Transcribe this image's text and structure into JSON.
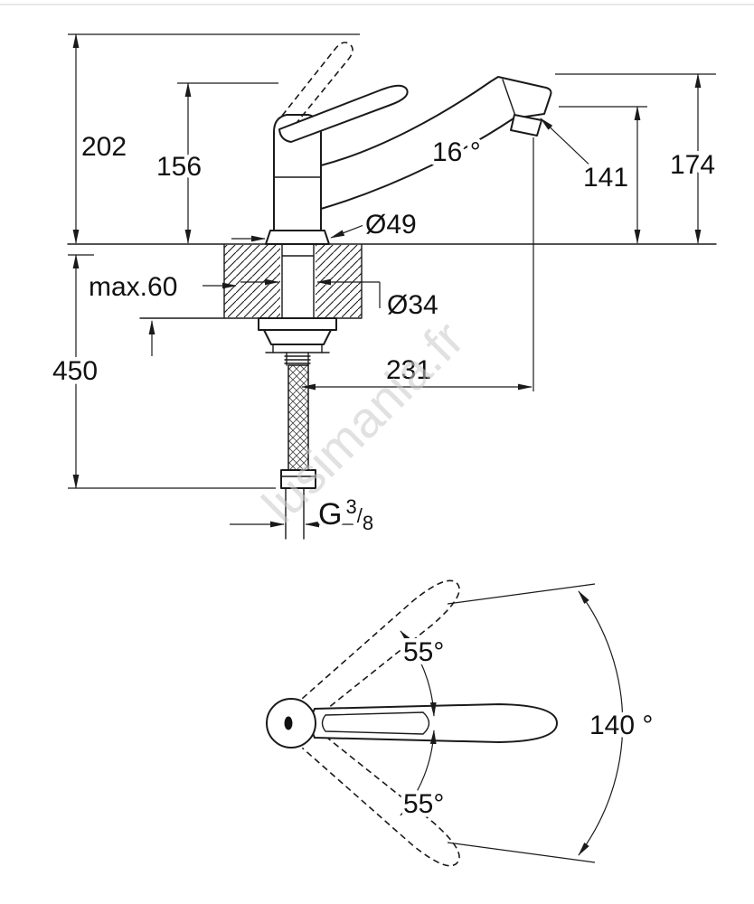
{
  "page": {
    "background": "#ffffff",
    "line_color": "#1a1a1a",
    "watermark": {
      "text": "lusimania.fr",
      "color": "#c9c9c9"
    }
  },
  "side_view": {
    "dim_total_height": "202",
    "dim_body_height": "156",
    "dim_spout_height_right": "174",
    "dim_outlet_height": "141",
    "spout_angle": "16 °",
    "base_diameter": "Ø49",
    "max_deck_thickness": "max.60",
    "shaft_diameter": "Ø34",
    "dim_hose_length": "450",
    "dim_reach": "231",
    "thread": {
      "prefix": "G",
      "numerator": "3",
      "slash": "/",
      "denominator": "8"
    }
  },
  "top_view": {
    "swivel_upper": "55°",
    "swivel_lower": "55°",
    "swivel_total": "140 °"
  }
}
